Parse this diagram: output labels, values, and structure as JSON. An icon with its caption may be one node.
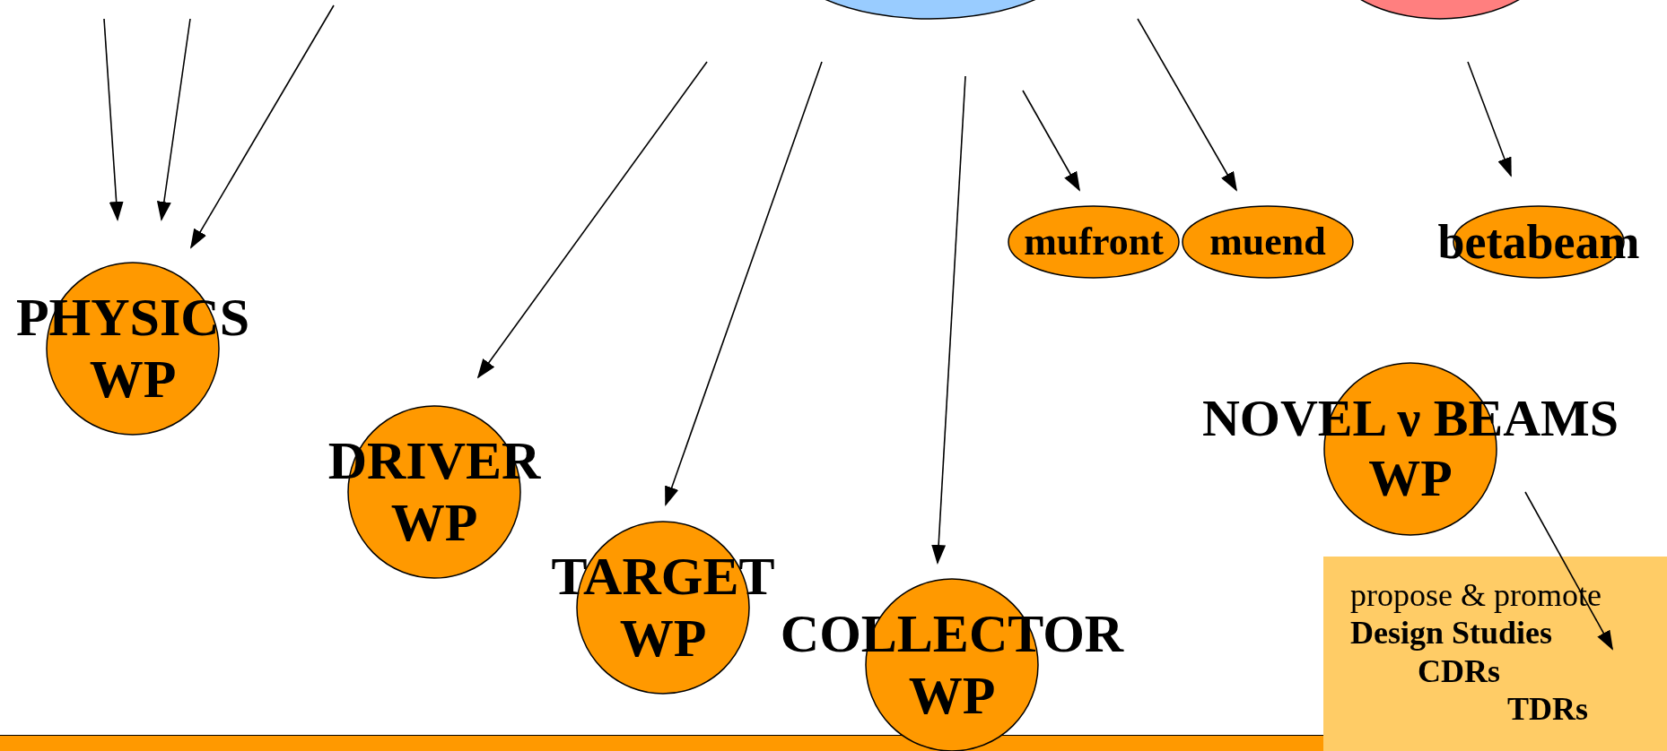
{
  "diagram": {
    "nodes": [
      {
        "text": [],
        "shape": "ellipse"
      },
      {
        "text": [],
        "shape": "ellipse"
      },
      {
        "text": [
          "PHYSICS",
          "WP"
        ]
      },
      {
        "text": [
          "DRIVER",
          "WP"
        ]
      },
      {
        "text": [
          "TARGET",
          "WP"
        ]
      },
      {
        "text": [
          "COLLECTOR",
          "WP"
        ]
      },
      {
        "text": [
          "mufront"
        ]
      },
      {
        "text": [
          "muend"
        ]
      },
      {
        "text": [
          "betabeam"
        ]
      },
      {
        "text": [
          "NOVEL ν BEAMS",
          "WP"
        ]
      },
      {
        "text": [
          "propose & promote",
          "Design Studies",
          "CDRs",
          "TDRs"
        ]
      }
    ],
    "edges": [
      {
        "from": null,
        "to": 2,
        "arrow": "to"
      },
      {
        "from": null,
        "to": 2,
        "arrow": "to"
      },
      {
        "from": null,
        "to": 2,
        "arrow": "to"
      },
      {
        "from": null,
        "to": 3,
        "arrow": "to"
      },
      {
        "from": null,
        "to": 4,
        "arrow": "to"
      },
      {
        "from": null,
        "to": 5,
        "arrow": "to"
      },
      {
        "from": null,
        "to": 6,
        "arrow": "to"
      },
      {
        "from": null,
        "to": 7,
        "arrow": "to"
      },
      {
        "from": null,
        "to": 8,
        "arrow": "to"
      },
      {
        "from": 9,
        "to": 10,
        "arrow": "to"
      }
    ]
  }
}
